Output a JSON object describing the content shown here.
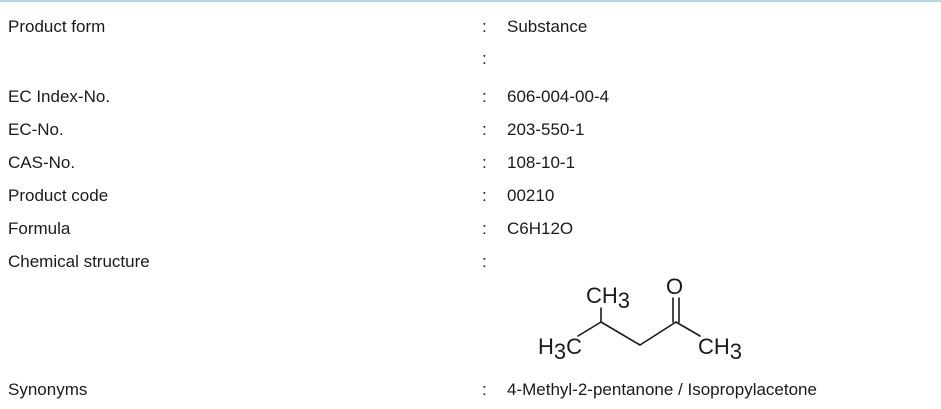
{
  "rows": [
    {
      "label": "Product form",
      "colon": ":",
      "value": "Substance"
    },
    {
      "label": "",
      "colon": ":",
      "value": ""
    },
    {
      "label": "EC Index-No.",
      "colon": ":",
      "value": "606-004-00-4"
    },
    {
      "label": "EC-No.",
      "colon": ":",
      "value": "203-550-1"
    },
    {
      "label": "CAS-No.",
      "colon": ":",
      "value": "108-10-1"
    },
    {
      "label": "Product code",
      "colon": ":",
      "value": "00210"
    },
    {
      "label": "Formula",
      "colon": ":",
      "value": "C6H12O"
    },
    {
      "label": "Chemical structure",
      "colon": ":",
      "value": ""
    },
    {
      "label": "Synonyms",
      "colon": ":",
      "value": "4-Methyl-2-pentanone / Isopropylacetone"
    }
  ],
  "structure": {
    "atoms": {
      "top_methyl": "CH",
      "top_methyl_sub": "3",
      "oxygen": "O",
      "left_methyl_pre": "H",
      "left_methyl_sub": "3",
      "left_methyl_post": "C",
      "right_methyl": "CH",
      "right_methyl_sub": "3"
    }
  },
  "colors": {
    "text": "#1a1a1a",
    "top_rule": "#b9d3e8"
  }
}
